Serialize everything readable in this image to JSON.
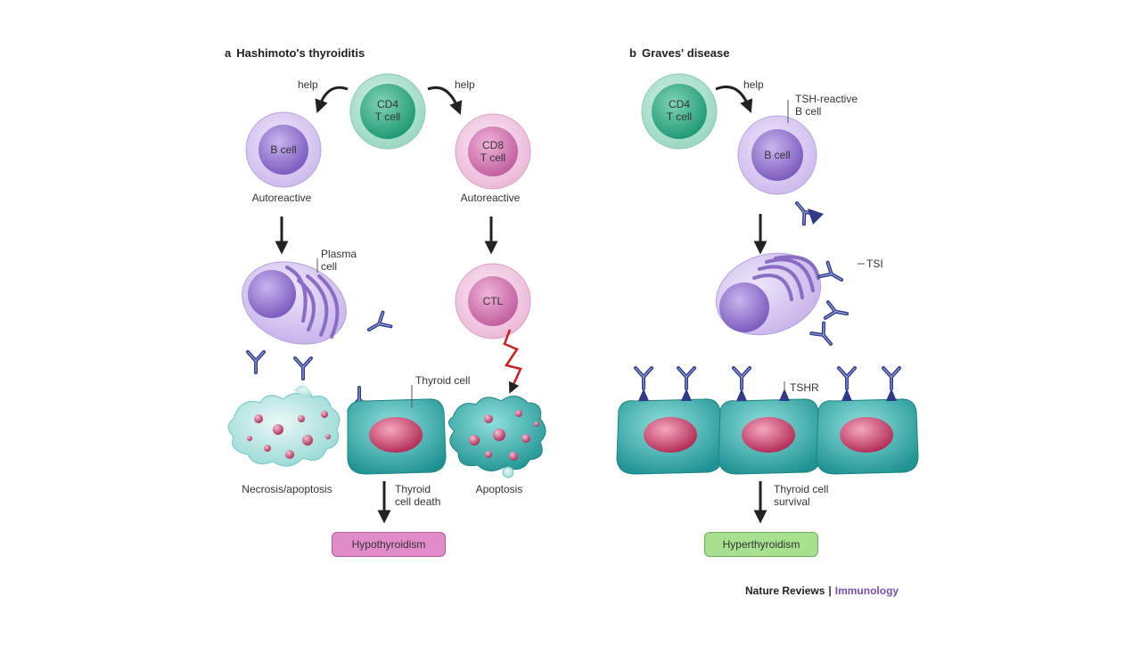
{
  "panel_a": {
    "letter": "a",
    "title": "Hashimoto's thyroiditis",
    "help_left": "help",
    "help_right": "help",
    "cd4_line1": "CD4",
    "cd4_line2": "T cell",
    "b_cell": "B cell",
    "cd8_line1": "CD8",
    "cd8_line2": "T cell",
    "autoreactive_left": "Autoreactive",
    "autoreactive_right": "Autoreactive",
    "plasma_line1": "Plasma",
    "plasma_line2": "cell",
    "ctl": "CTL",
    "thyroid_cell": "Thyroid cell",
    "necrosis": "Necrosis/apoptosis",
    "apoptosis": "Apoptosis",
    "death_line1": "Thyroid",
    "death_line2": "cell death",
    "outcome": "Hypothyroidism"
  },
  "panel_b": {
    "letter": "b",
    "title": "Graves' disease",
    "help": "help",
    "cd4_line1": "CD4",
    "cd4_line2": "T cell",
    "tsh_line1": "TSH-reactive",
    "tsh_line2": "B cell",
    "b_cell": "B cell",
    "tsi": "TSI",
    "tshr": "TSHR",
    "survival_line1": "Thyroid cell",
    "survival_line2": "survival",
    "outcome": "Hyperthyroidism"
  },
  "credit": {
    "publisher": "Nature Reviews",
    "separator": "|",
    "journal": "Immunology"
  },
  "colors": {
    "cd4": "#2aa083",
    "b_cell": "#8a6cc4",
    "cd8": "#c2609e",
    "thyroid": "#2fa5a5",
    "nucleus": "#c23a64",
    "antibody": "#2f3a8a",
    "lightning": "#cc1e1e",
    "hypo_pill": "#d870b8",
    "hyper_pill": "#8fd27a"
  }
}
